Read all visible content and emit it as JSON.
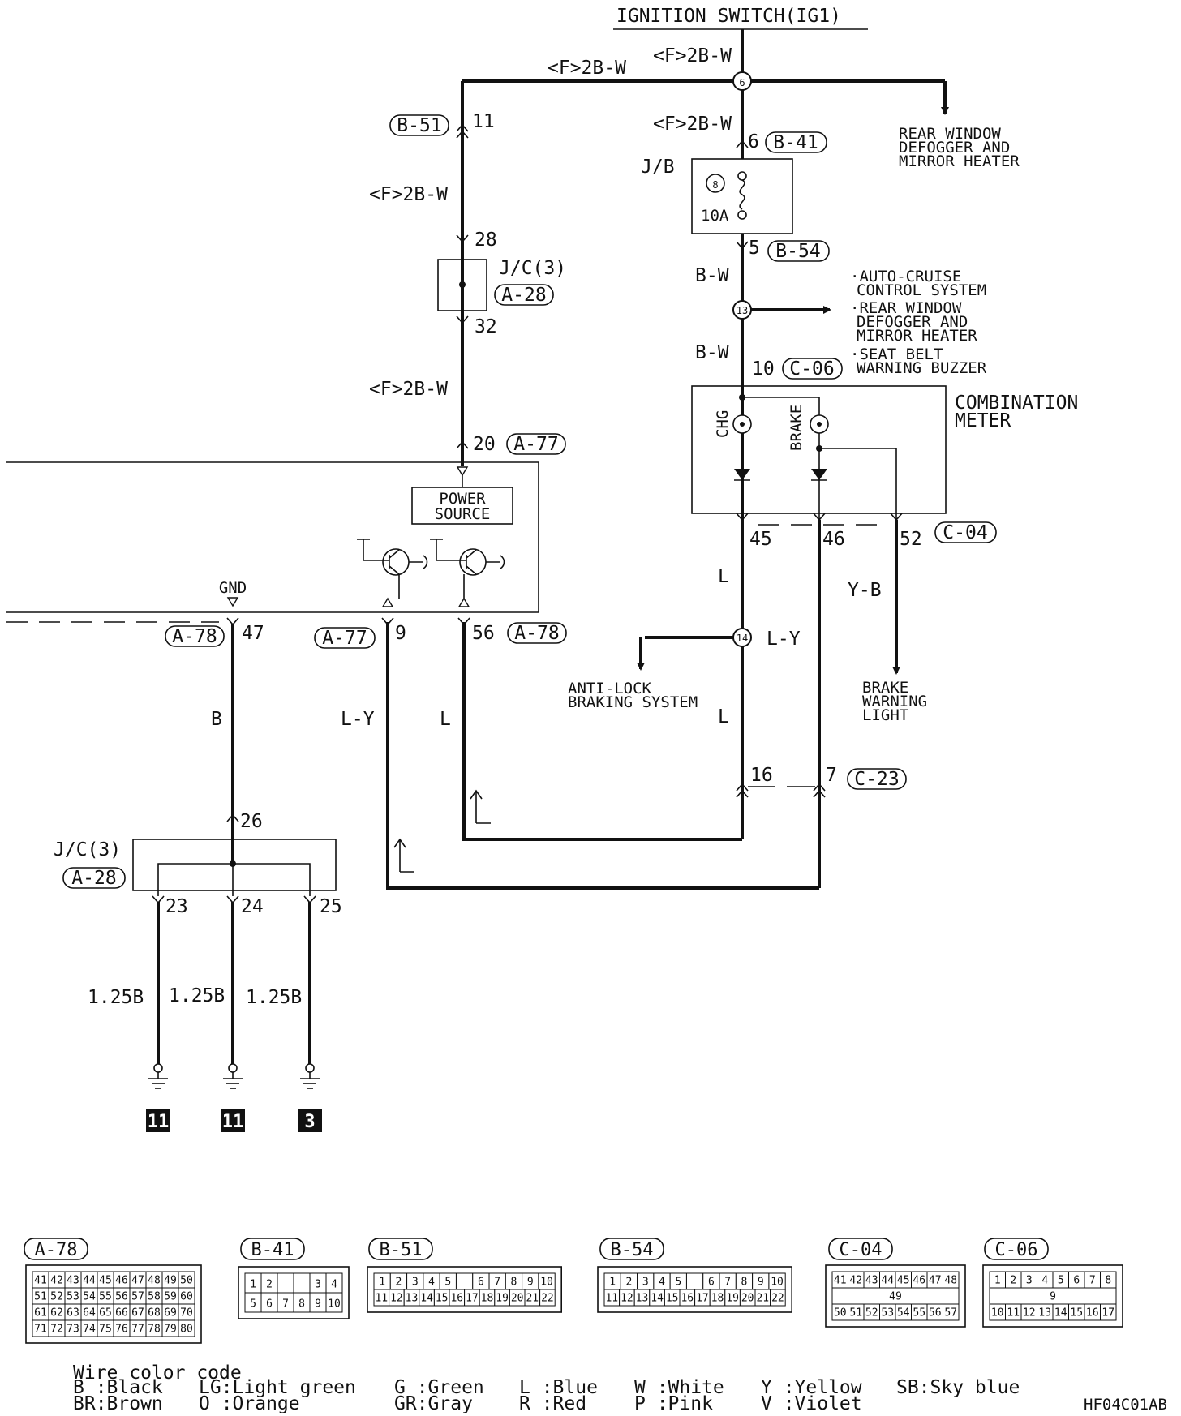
{
  "title": "IGNITION SWITCH(IG1)",
  "drawing_id": "HF04C01AB",
  "wires": {
    "f2bw": "<F>2B-W",
    "bw": "B-W",
    "l": "L",
    "ly": "L-Y",
    "yb": "Y-B",
    "b": "B",
    "g125b": "1.25B"
  },
  "connectors": {
    "b51": "B-51",
    "b41": "B-41",
    "b54": "B-54",
    "a28": "A-28",
    "a77": "A-77",
    "a78": "A-78",
    "c06": "C-06",
    "c04": "C-04",
    "c23": "C-23"
  },
  "pins": {
    "p11": "11",
    "p6": "6",
    "p5": "5",
    "p28": "28",
    "p32": "32",
    "p20": "20",
    "p10": "10",
    "p45": "45",
    "p46": "46",
    "p52": "52",
    "p47": "47",
    "p9": "9",
    "p56": "56",
    "p16": "16",
    "p7": "7",
    "p26": "26",
    "p23": "23",
    "p24": "24",
    "p25": "25"
  },
  "junctions": {
    "j6": "6",
    "j13": "13",
    "j14": "14",
    "j8": "8"
  },
  "components": {
    "jb": "J/B",
    "fuse": "10A",
    "jc3": "J/C(3)",
    "power_source_1": "POWER",
    "power_source_2": "SOURCE",
    "gnd": "GND",
    "combination_meter_1": "COMBINATION",
    "combination_meter_2": "METER",
    "chg": "CHG",
    "brake": "BRAKE"
  },
  "destinations": {
    "rear_window_1": [
      "REAR WINDOW",
      "DEFOGGER AND",
      "MIRROR HEATER"
    ],
    "systems": [
      "·AUTO-CRUISE",
      "CONTROL SYSTEM",
      "·REAR WINDOW",
      "DEFOGGER AND",
      "MIRROR HEATER",
      "·SEAT BELT",
      "WARNING BUZZER"
    ],
    "abs": [
      "ANTI-LOCK",
      "BRAKING SYSTEM"
    ],
    "brake_light": [
      "BRAKE",
      "WARNING",
      "LIGHT"
    ]
  },
  "grounds": [
    "11",
    "11",
    "3"
  ],
  "connector_faces": {
    "a78": {
      "rows": [
        [
          "41",
          "42",
          "43",
          "44",
          "45",
          "46",
          "47",
          "48",
          "49",
          "50"
        ],
        [
          "51",
          "52",
          "53",
          "54",
          "55",
          "56",
          "57",
          "58",
          "59",
          "60"
        ],
        [
          "61",
          "62",
          "63",
          "64",
          "65",
          "66",
          "67",
          "68",
          "69",
          "70"
        ],
        [
          "71",
          "72",
          "73",
          "74",
          "75",
          "76",
          "77",
          "78",
          "79",
          "80"
        ]
      ]
    },
    "b41": {
      "rows": [
        [
          "1",
          "2",
          "",
          "",
          "3",
          "4"
        ],
        [
          "5",
          "6",
          "7",
          "8",
          "9",
          "10"
        ]
      ]
    },
    "b51": {
      "rows": [
        [
          "1",
          "2",
          "3",
          "4",
          "5",
          "",
          "6",
          "7",
          "8",
          "9",
          "10"
        ],
        [
          "11",
          "12",
          "13",
          "14",
          "15",
          "16",
          "17",
          "18",
          "19",
          "20",
          "21",
          "22"
        ]
      ]
    },
    "b54": {
      "rows": [
        [
          "1",
          "2",
          "3",
          "4",
          "5",
          "",
          "6",
          "7",
          "8",
          "9",
          "10"
        ],
        [
          "11",
          "12",
          "13",
          "14",
          "15",
          "16",
          "17",
          "18",
          "19",
          "20",
          "21",
          "22"
        ]
      ]
    },
    "c04": {
      "rows": [
        [
          "41",
          "42",
          "43",
          "44",
          "45",
          "46",
          "47",
          "48"
        ],
        [
          "49"
        ],
        [
          "50",
          "51",
          "52",
          "53",
          "54",
          "55",
          "56",
          "57"
        ]
      ]
    },
    "c06": {
      "rows": [
        [
          "1",
          "2",
          "3",
          "4",
          "5",
          "6",
          "7",
          "8"
        ],
        [
          "9"
        ],
        [
          "10",
          "11",
          "12",
          "13",
          "14",
          "15",
          "16",
          "17"
        ]
      ]
    }
  },
  "legend": {
    "title": "Wire color code",
    "items": [
      "B :Black",
      "BR:Brown",
      "LG:Light green",
      "O :Orange",
      "G :Green",
      "GR:Gray",
      "L :Blue",
      "R :Red",
      "W :White",
      "P :Pink",
      "Y :Yellow",
      "V :Violet",
      "SB:Sky blue"
    ]
  }
}
